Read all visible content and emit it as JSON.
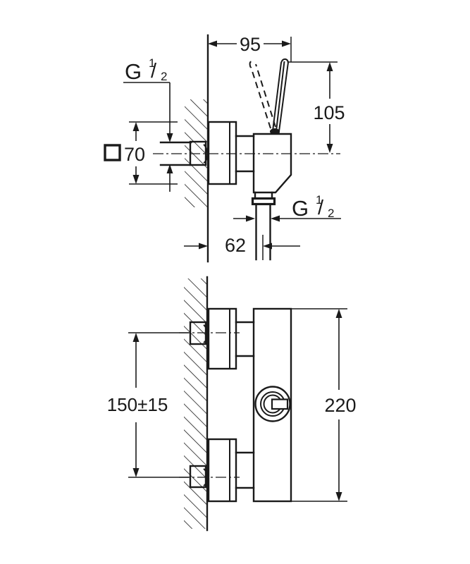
{
  "drawing": {
    "background_color": "#ffffff",
    "line_color": "#1a1a1a",
    "views": {
      "side_view": "single-lever mixer, side elevation with wall section",
      "front_view": "mixer body, front elevation with wall section"
    }
  },
  "dims": {
    "top_width": "95",
    "handle_height": "105",
    "square_size": "70",
    "square_symbol": "□",
    "wall_offset": "62",
    "body_height": "220",
    "inlet_spacing": "150±15",
    "thread": {
      "g": "G",
      "num": "1",
      "slash": "/",
      "den": "2"
    }
  }
}
